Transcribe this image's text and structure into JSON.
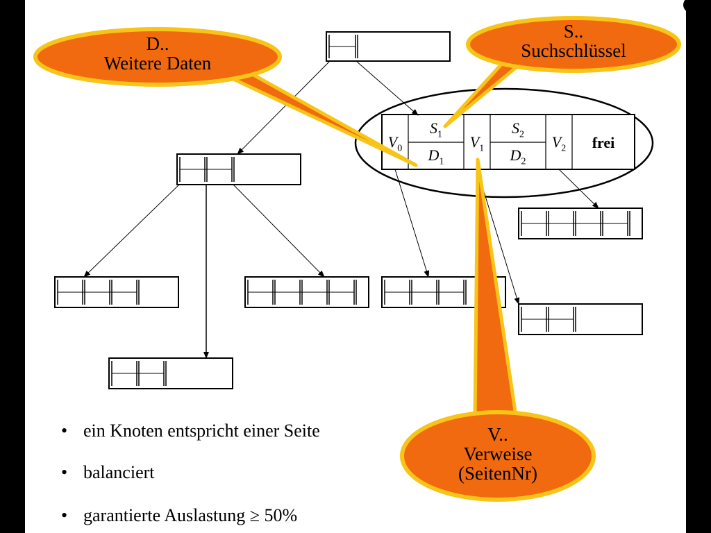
{
  "callouts": {
    "daten": {
      "line1": "D..",
      "line2": "Weitere Daten"
    },
    "schluessel": {
      "line1": "S..",
      "line2": "Suchschlüssel"
    },
    "verweise": {
      "line1": "V..",
      "line2": "Verweise",
      "line3": "(SeitenNr)"
    }
  },
  "node": {
    "v0": {
      "base": "V",
      "sub": "0"
    },
    "s1": {
      "base": "S",
      "sub": "1"
    },
    "d1": {
      "base": "D",
      "sub": "1"
    },
    "v1": {
      "base": "V",
      "sub": "1"
    },
    "s2": {
      "base": "S",
      "sub": "2"
    },
    "d2": {
      "base": "D",
      "sub": "2"
    },
    "v2": {
      "base": "V",
      "sub": "2"
    },
    "frei": "frei"
  },
  "bullets": [
    "ein Knoten entspricht einer Seite",
    "balanciert",
    "garantierte Auslastung ≥ 50%"
  ],
  "colors": {
    "callout_fill": "#F26A10",
    "callout_border": "#F7C418",
    "background": "#FFFFFF",
    "frame": "#000000"
  }
}
